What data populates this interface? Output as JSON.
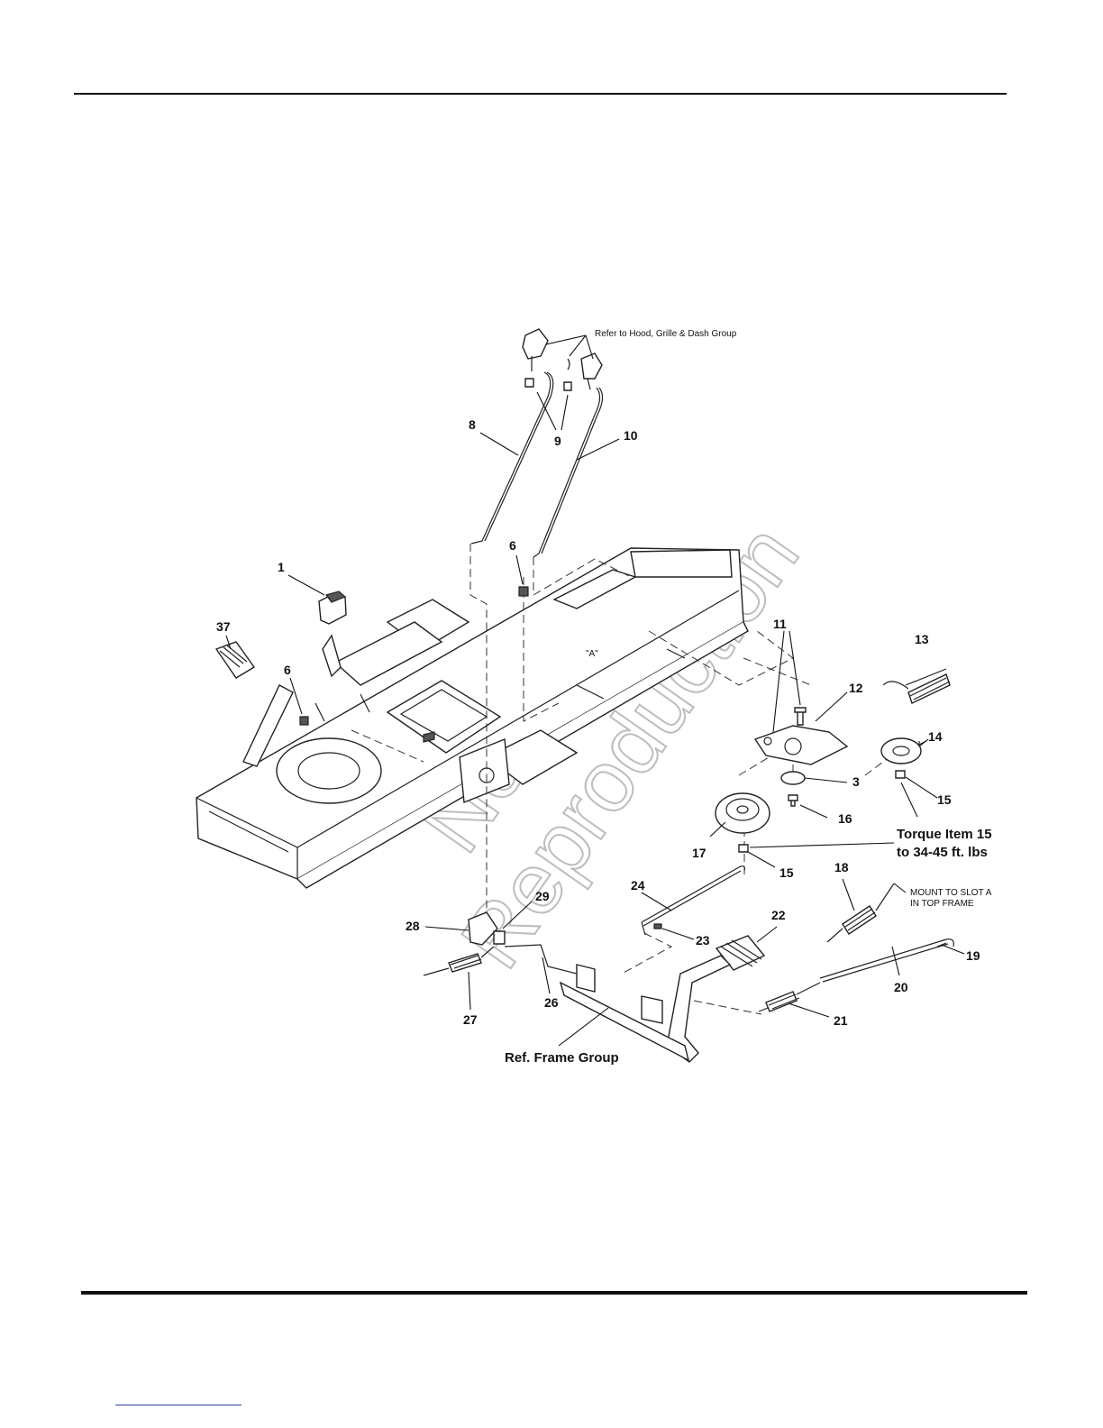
{
  "callouts": {
    "c1": "1",
    "c3": "3",
    "c6a": "6",
    "c6b": "6",
    "c8": "8",
    "c9": "9",
    "c10": "10",
    "c11": "11",
    "c12": "12",
    "c13": "13",
    "c14": "14",
    "c15a": "15",
    "c15b": "15",
    "c16": "16",
    "c17": "17",
    "c18": "18",
    "c19": "19",
    "c20": "20",
    "c21": "21",
    "c22": "22",
    "c23": "23",
    "c24": "24",
    "c26": "26",
    "c27": "27",
    "c28": "28",
    "c29": "29",
    "c37": "37"
  },
  "notes": {
    "hood_ref": "Refer to Hood, Grille & Dash Group",
    "torque_line1": "Torque Item 15",
    "torque_line2": "to 34-45 ft. lbs",
    "mount_line1": "MOUNT TO SLOT A",
    "mount_line2": "IN TOP FRAME",
    "slot_a": "\"A\"",
    "frame_ref": "Ref. Frame Group"
  },
  "watermark": {
    "line1": "Not for",
    "line2": "Reproduction"
  }
}
